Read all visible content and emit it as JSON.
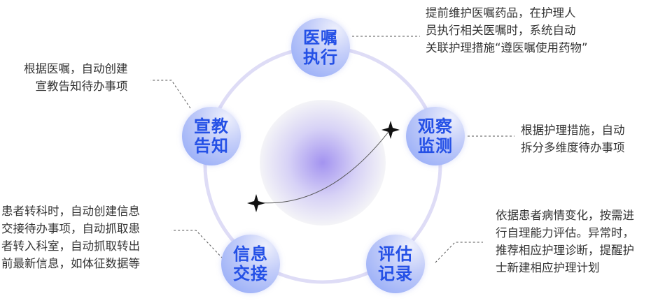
{
  "nodes": [
    {
      "id": "medical-order",
      "line1": "医嘱",
      "line2": "执行",
      "desc": [
        "提前维护医嘱药品，在护理人",
        "员执行相关医嘱时，系统自动",
        "关联护理措施“遵医嘱使用药物”"
      ]
    },
    {
      "id": "observation",
      "line1": "观察",
      "line2": "监测",
      "desc": [
        "根据护理措施，自动",
        "拆分多维度待办事项"
      ]
    },
    {
      "id": "assessment",
      "line1": "评估",
      "line2": "记录",
      "desc": [
        "依据患者病情变化，按需进",
        "行自理能力评估。异常时，",
        "推荐相应护理诊断，提醒护",
        "士新建相应护理计划"
      ]
    },
    {
      "id": "handover",
      "line1": "信息",
      "line2": "交接",
      "desc": [
        "患者转科时，自动创建信息",
        "交接待办事项，自动抓取患",
        "者转入科室，自动抓取转出",
        "前最新信息，如体征数据等"
      ]
    },
    {
      "id": "education",
      "line1": "宣教",
      "line2": "告知",
      "desc": [
        "根据医嘱，自动创建",
        "宣教告知待办事项"
      ]
    }
  ],
  "colors": {
    "node_text": "#2450e6",
    "ring": "#dcdcf6",
    "sphere": "#a99cf0"
  }
}
